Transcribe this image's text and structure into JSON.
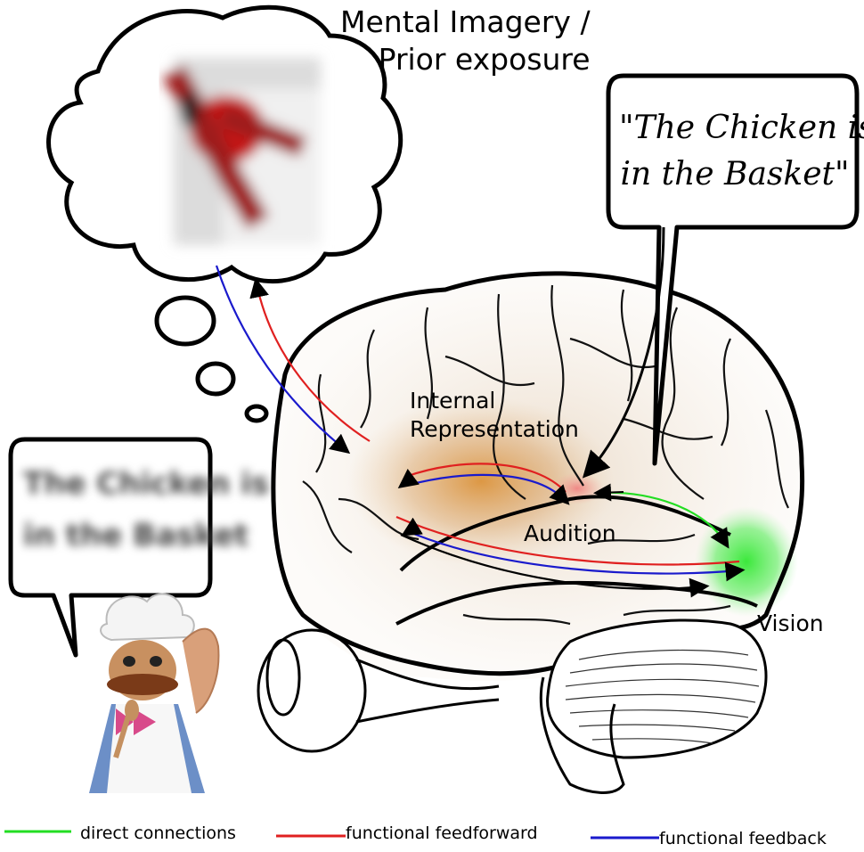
{
  "thought": {
    "line1": "Mental Imagery /",
    "line2": "Prior exposure"
  },
  "speech": {
    "line1": "\"The Chicken is",
    "line2": "in the Basket\""
  },
  "blurred_speech": {
    "line1": "The Chicken is",
    "line2": "in the Basket"
  },
  "regions": {
    "internal_line1": "Internal",
    "internal_line2": "Representation",
    "audition": "Audition",
    "vision": "Vision"
  },
  "legend": {
    "direct": {
      "label": "direct connections",
      "color": "#22dd22"
    },
    "feedforward": {
      "label": "functional feedforward",
      "color": "#e02020"
    },
    "feedback": {
      "label": "functional feedback",
      "color": "#1a1acc"
    }
  },
  "icons": [
    "brain-outline",
    "eye-outline",
    "cerebellum",
    "thought-cloud",
    "speech-bubble",
    "chef-figure",
    "blurred-animal"
  ]
}
